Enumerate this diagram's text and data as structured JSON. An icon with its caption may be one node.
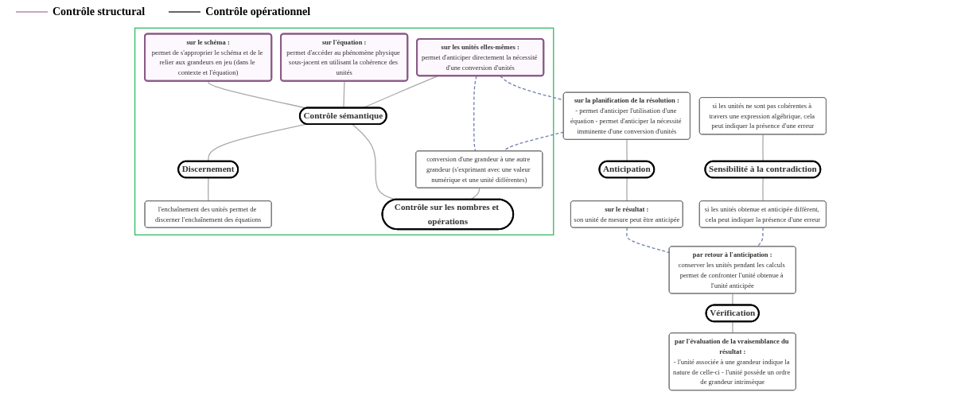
{
  "diagram": {
    "nodes": [
      {
        "text": [],
        "shape": "box"
      },
      {
        "text": [
          "sur le schéma :",
          "permet de s'approprier le schéma et de le relier aux grandeurs en jeu (dans le contexte et l'équation)"
        ],
        "in": 0
      },
      {
        "text": [
          "sur l'équation :",
          "permet d'accéder au phénomène physique sous-jacent en utilisant la cohérence des unités"
        ],
        "in": 0
      },
      {
        "text": [
          "sur les unités elles-mêmes :",
          "permet d'anticiper directement la nécessité d'une conversion d'unités"
        ],
        "in": 0
      },
      {
        "text": [
          "Contrôle sémantique"
        ],
        "in": 0
      },
      {
        "text": [
          "l'enchaînement des unités permet de discerner l'enchaînement des équations"
        ],
        "in": 0
      },
      {
        "text": [
          "conversion d'une grandeur à une autre grandeur (s'exprimant avec une valeur numérique et une unité différentes)"
        ],
        "in": 0
      },
      {
        "text": [
          "Discernement"
        ],
        "in": 0
      },
      {
        "text": [
          "Contrôle sur les nombres et opérations"
        ],
        "in": 0
      },
      {
        "text": [
          "sur la planification de la résolution :",
          "- permet d'anticiper l'utilisation d'une équation - permet d'anticiper la nécessité imminente d'une conversion d'unités"
        ]
      },
      {
        "text": [
          "Anticipation"
        ]
      },
      {
        "text": [
          "sur le résultat :",
          "son unité de mesure peut être anticipée"
        ]
      },
      {
        "text": [
          "par retour à l'anticipation :",
          "conserver les unités pendant les calculs permet de confronter l'unité obtenue à l'unité anticipée"
        ]
      },
      {
        "text": [
          "Vérification"
        ]
      },
      {
        "text": [
          "par l'évaluation de la vraisemblance du résultat :",
          "- l'unité associée à une grandeur indique la nature de celle-ci - l'unité possède un ordre de grandeur intrinsèque"
        ]
      },
      {
        "text": [
          "si les unités ne sont pas cohérentes à travers une expression algébrique, cela peut indiquer la présence d'une erreur"
        ]
      },
      {
        "text": [
          "Sensibilité à la contradiction"
        ]
      },
      {
        "text": [
          "si les unités obtenue et anticipée diffèrent, cela peut indiquer la présence d'une erreur"
        ]
      }
    ],
    "edges": [
      {
        "from": 1,
        "to": 4,
        "arrow": "none"
      },
      {
        "from": 2,
        "to": 4,
        "arrow": "none"
      },
      {
        "from": 3,
        "to": 4,
        "arrow": "none"
      },
      {
        "from": 4,
        "to": 7,
        "arrow": "none"
      },
      {
        "from": 4,
        "to": 8,
        "arrow": "none"
      },
      {
        "from": 7,
        "to": 5,
        "arrow": "none"
      },
      {
        "from": 6,
        "to": 8,
        "arrow": "none"
      },
      {
        "from": 3,
        "to": 9,
        "arrow": "none",
        "style": "dashed",
        "color": "#7080b0"
      },
      {
        "from": 3,
        "to": 6,
        "arrow": "none",
        "style": "dashed",
        "color": "#7080b0"
      },
      {
        "from": 9,
        "to": 6,
        "arrow": "none",
        "style": "dashed",
        "color": "#7080b0"
      },
      {
        "from": 9,
        "to": 10,
        "arrow": "none"
      },
      {
        "from": 10,
        "to": 11,
        "arrow": "none"
      },
      {
        "from": 11,
        "to": 12,
        "arrow": "none",
        "style": "dashed",
        "color": "#7080b0"
      },
      {
        "from": 17,
        "to": 12,
        "arrow": "none",
        "style": "dashed",
        "color": "#7080b0"
      },
      {
        "from": 12,
        "to": 13,
        "arrow": "none"
      },
      {
        "from": 13,
        "to": 14,
        "arrow": "none"
      },
      {
        "from": 15,
        "to": 16,
        "arrow": "none"
      },
      {
        "from": 16,
        "to": 17,
        "arrow": "none"
      }
    ],
    "legend": [
      {
        "text": "Contrôle structural"
      },
      {
        "text": "Contrôle opérationnel"
      }
    ]
  }
}
